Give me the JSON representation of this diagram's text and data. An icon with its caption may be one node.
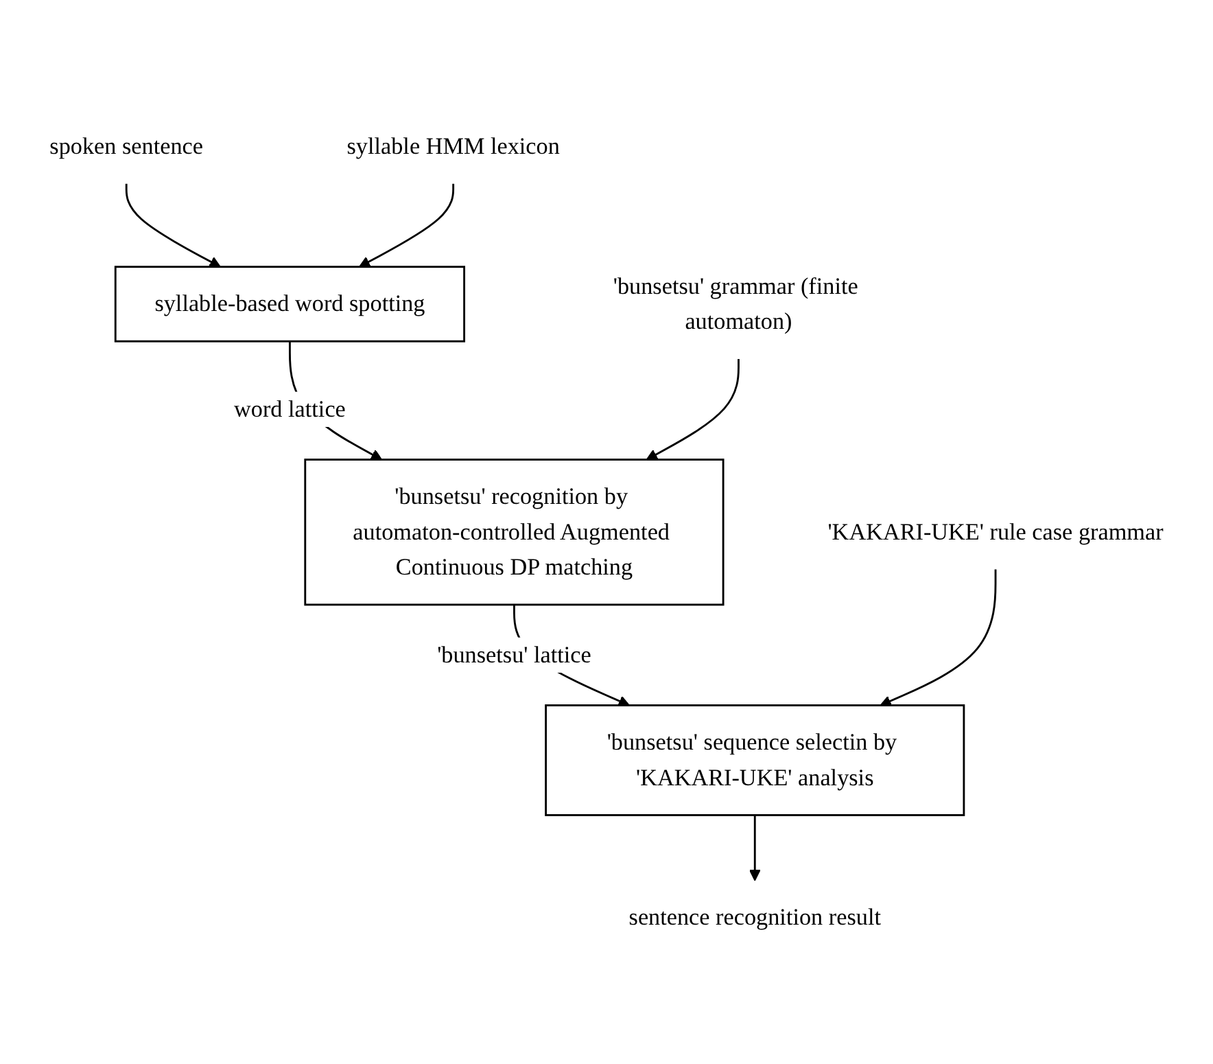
{
  "diagram": {
    "nodes": [
      {
        "text": [
          "spoken sentence"
        ]
      },
      {
        "text": [
          "syllable-based word spotting"
        ]
      },
      {
        "text": [
          "syllable HMM lexicon"
        ]
      },
      {
        "text": [
          "'bunsetsu' recognition by automaton-controlled Augmented Continuous DP matching"
        ]
      },
      {
        "text": [
          "'bunsetsu' grammar (finite automaton)"
        ]
      },
      {
        "text": [
          "'bunsetsu' sequence selectin by 'KAKARI-UKE' analysis"
        ]
      },
      {
        "text": [
          "'KAKARI-UKE' rule case grammar"
        ]
      },
      {
        "text": [
          "sentence recognition result"
        ]
      }
    ],
    "edges": [
      {
        "from": 0,
        "to": 1,
        "arrow": "to"
      },
      {
        "from": 2,
        "to": 1,
        "arrow": "to"
      },
      {
        "from": 1,
        "to": 3,
        "arrow": "to",
        "label": "word lattice"
      },
      {
        "from": 4,
        "to": 3,
        "arrow": "to"
      },
      {
        "from": 3,
        "to": 5,
        "arrow": "to",
        "label": "'bunsetsu' lattice"
      },
      {
        "from": 6,
        "to": 5,
        "arrow": "to"
      },
      {
        "from": 5,
        "to": 7,
        "arrow": "to"
      }
    ]
  }
}
